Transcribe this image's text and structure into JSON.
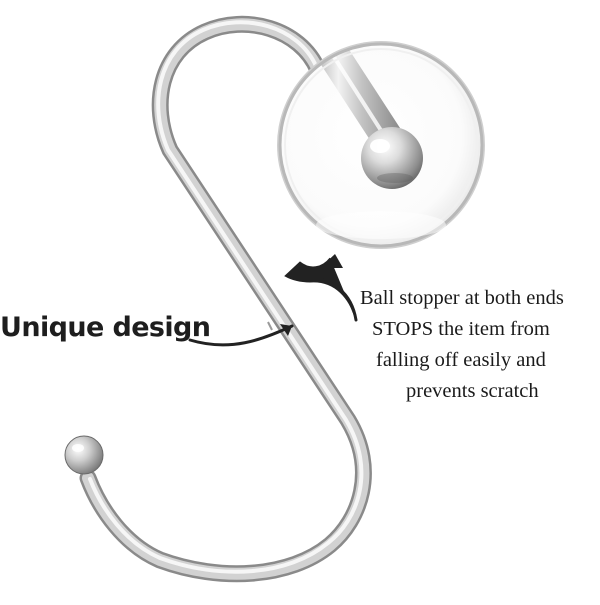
{
  "callout": {
    "label": "Unique design",
    "caption_lines": [
      "Ball stopper at both ends",
      "STOPS the item from",
      "falling off easily and",
      "prevents scratch"
    ]
  },
  "illustration": {
    "subject": "stainless steel S hook",
    "detail_icon": "magnifier-ball-stopper",
    "colors": {
      "background": "#ffffff",
      "metal_light": "#f4f4f4",
      "metal_mid": "#c9c9c9",
      "metal_dark": "#7d7d7d",
      "text": "#1a1a1a"
    }
  }
}
